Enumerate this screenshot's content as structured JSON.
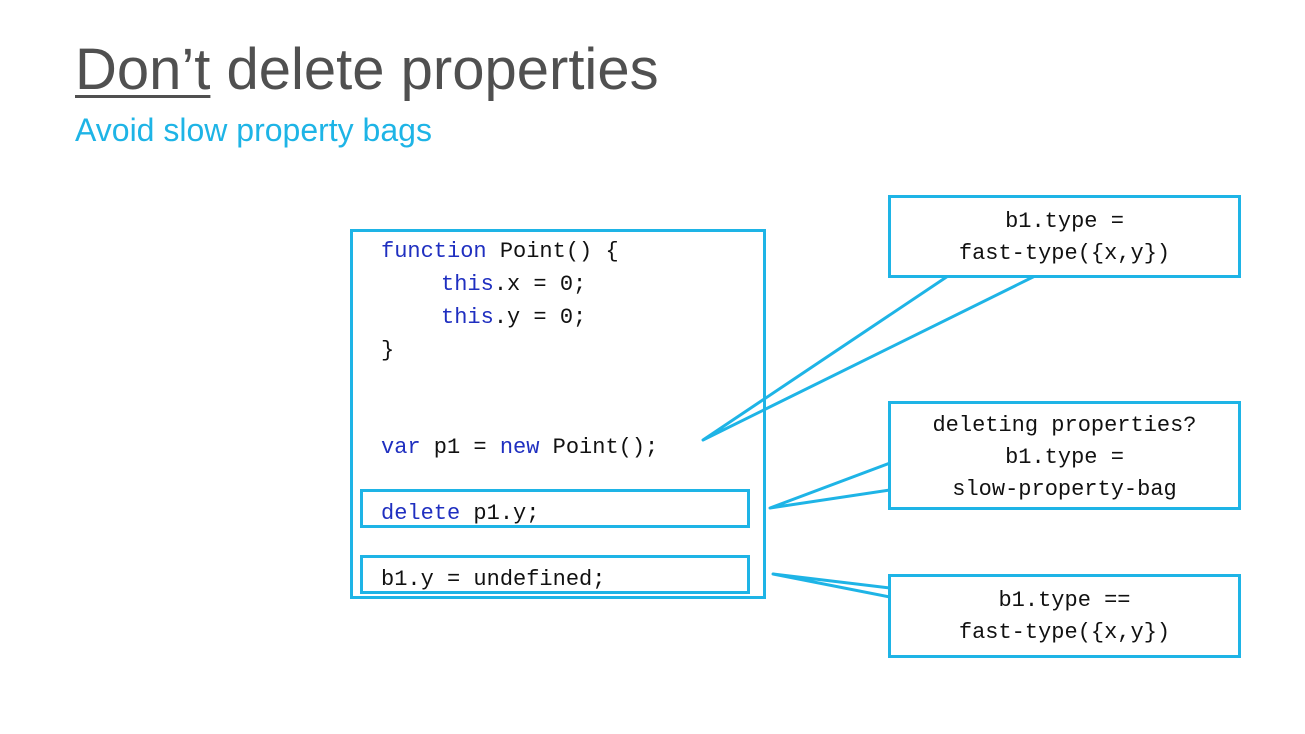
{
  "slide": {
    "title_underlined": "Don’t",
    "title_rest": " delete properties",
    "subtitle": "Avoid slow property bags"
  },
  "code": {
    "line1_kw": "function",
    "line1_rest": " Point() {",
    "line2_kw": "this",
    "line2_rest": ".x = 0;",
    "line3_kw": "this",
    "line3_rest": ".y = 0;",
    "line4": "}",
    "line5_kw1": "var",
    "line5_mid": " p1 = ",
    "line5_kw2": "new",
    "line5_rest": " Point();",
    "line6_kw": "delete",
    "line6_rest": " p1.y;",
    "line7": "b1.y = undefined;"
  },
  "callouts": {
    "c1": {
      "line1": "b1.type =",
      "line2": "fast-type({x,y})"
    },
    "c2": {
      "line1": "deleting properties?",
      "line2": "b1.type =",
      "line3": "slow-property-bag"
    },
    "c3": {
      "line1": "b1.type ==",
      "line2": "fast-type({x,y})"
    }
  },
  "colors": {
    "accent": "#1eb4e6",
    "keyword": "#1f2fc0",
    "title": "#505050"
  }
}
